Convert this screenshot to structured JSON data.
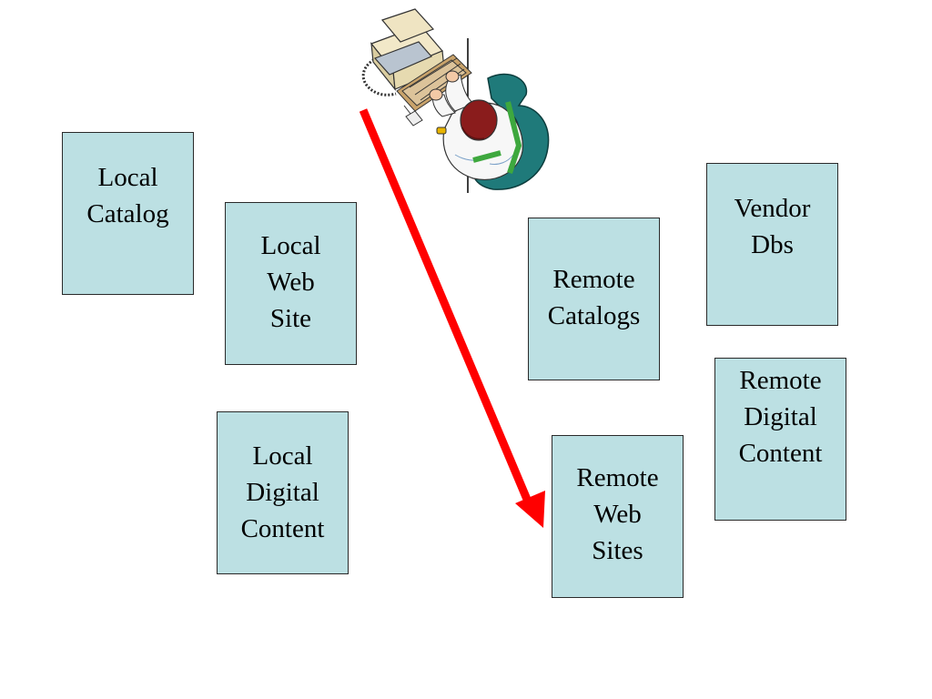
{
  "colors": {
    "box_fill": "#bce0e3",
    "box_border": "#2a2a2a",
    "arrow": "#ff0000",
    "background": "#ffffff"
  },
  "illustration": {
    "icon": "person-at-computer-icon"
  },
  "boxes": {
    "local_catalog": "Local\nCatalog",
    "local_web_site": "Local\nWeb\nSite",
    "local_digital_content": "Local\nDigital\nContent",
    "remote_catalogs": "Remote\nCatalogs",
    "vendor_dbs": "Vendor\nDbs",
    "remote_digital_content": "Remote\nDigital\nContent",
    "remote_web_sites": "Remote\nWeb\nSites"
  }
}
